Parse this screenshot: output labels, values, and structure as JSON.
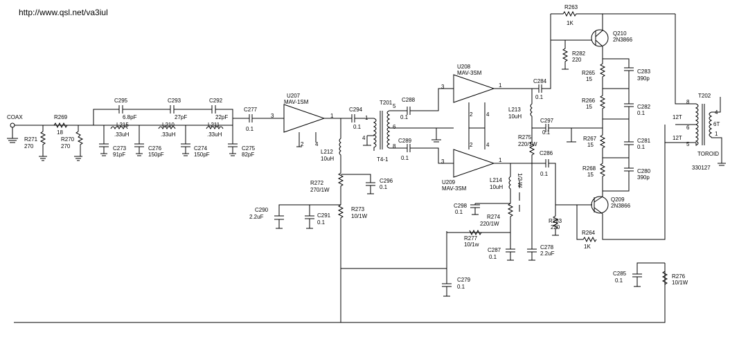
{
  "header": {
    "url": "http://www.qsl.net/va3iul"
  },
  "labels": {
    "coax": "COAX",
    "r269": "R269",
    "r269_v": "18",
    "r271": "R271",
    "r271_v": "270",
    "r270": "R270",
    "r270_v": "270",
    "c295": "C295",
    "c295_v": "6.8pF",
    "c293": "C293",
    "c293_v": "27pF",
    "c292": "C292",
    "c292_v": "22pF",
    "l215": "L215",
    "l215_v": ".33uH",
    "l210": "L210",
    "l210_v": ".33uH",
    "l211": "L211",
    "l211_v": ".33uH",
    "c273": "C273",
    "c273_v": "91pF",
    "c276": "C276",
    "c276_v": "150pF",
    "c274": "C274",
    "c274_v": "150pF",
    "c275": "C275",
    "c275_v": "82pF",
    "c277": "C277",
    "c277_v": "0.1",
    "u207": "U207",
    "u207_v": "MAV-1SM",
    "l212": "L212",
    "l212_v": "10uH",
    "r272": "R272",
    "r272_v": "270/1W",
    "r273": "R273",
    "r273_v": "10/1W",
    "c290": "C290",
    "c290_v": "2.2uF",
    "c291": "C291",
    "c291_v": "0.1",
    "c296": "C296",
    "c296_v": "0.1",
    "c294": "C294",
    "c294_v": "0.1",
    "t201": "T201",
    "t201_type": "T4-1",
    "c288": "C288",
    "c288_v": "0.1",
    "c289": "C289",
    "c289_v": "0.1",
    "u208": "U208",
    "u208_v": "MAV-3SM",
    "u209": "U209",
    "u209_v": "MAV-3SM",
    "l213": "L213",
    "l213_v": "10uH",
    "l214": "L214",
    "l214_v": "10uH",
    "r275": "R275",
    "r275_v": "220/1W",
    "c284": "C284",
    "c284_v": "0.1",
    "c297": "C297",
    "c297_v": "0.1",
    "c286": "C286",
    "c286_v": "0.1",
    "c298": "C298",
    "c298_v": "0.1",
    "r274": "R274",
    "r274_v": "220/1W",
    "r277": "R277",
    "r277_v": "10/1w",
    "c287": "C287",
    "c287_v": "0.1",
    "c278": "C278",
    "c278_v": "2.2uF",
    "c279": "C279",
    "c279_v": "0.1",
    "r263": "R263",
    "r263_v": "1K",
    "q210": "Q210",
    "q210_v": "2N3866",
    "r282": "R282",
    "r282_v": "220",
    "r265": "R265",
    "r265_v": "15",
    "r266": "R266",
    "r266_v": "15",
    "r267": "R267",
    "r267_v": "15",
    "r268": "R268",
    "r268_v": "15",
    "c283": "C283",
    "c283_v": "390p",
    "c282": "C282",
    "c282_v": "0.1",
    "c281": "C281",
    "c281_v": "0.1",
    "c280": "C280",
    "c280_v": "390p",
    "q209": "Q209",
    "q209_v": "2N3866",
    "r283": "R283",
    "r283_v": "220",
    "r264": "R264",
    "r264_v": "1K",
    "c285": "C285",
    "c285_v": "0.1",
    "r276": "R276",
    "r276_v": "10/1W",
    "t202": "T202",
    "t202_p1": "12T",
    "t202_p2": "12T",
    "t202_s": "6T",
    "toroid": "TOROID",
    "toroid_v": "330127",
    "bridge_note": "1/2 W"
  },
  "pins": {
    "u207_in": "3",
    "u207_out": "1",
    "u207_g1": "2",
    "u207_g2": "4",
    "t201_1": "1",
    "t201_5": "5",
    "t201_6": "6",
    "t201_8": "8",
    "t201_4": "4",
    "u208_in": "3",
    "u208_out": "1",
    "u208_g1": "2",
    "u208_g2": "4",
    "u209_in": "3",
    "u209_out": "1",
    "u209_g1": "2",
    "u209_g2": "4",
    "t202_8": "8",
    "t202_6": "6",
    "t202_5": "5",
    "t202_4": "4",
    "t202_1": "1"
  }
}
